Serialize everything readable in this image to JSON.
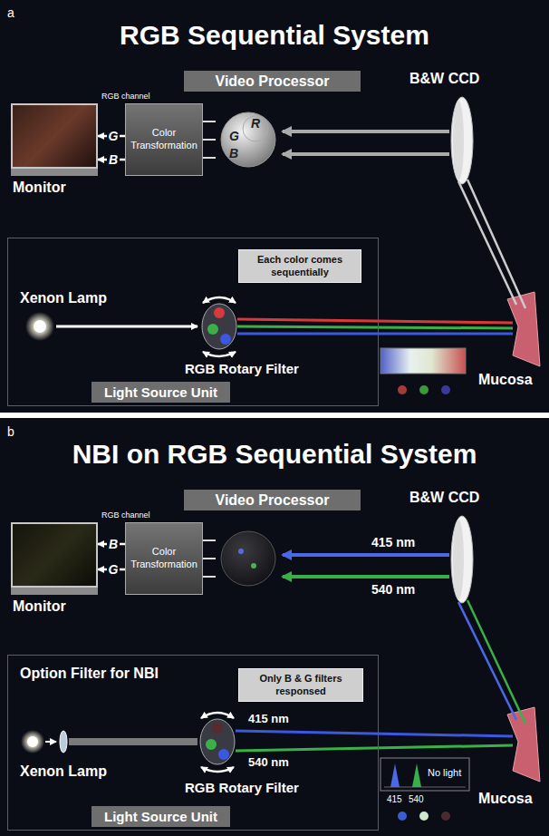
{
  "diagram": {
    "nodes": [
      {
        "text": [
          "Video Processor"
        ]
      },
      {
        "text": [
          "Monitor"
        ]
      },
      {
        "text": [
          "Color Transformation"
        ]
      },
      {
        "text": [
          "Light Source Unit"
        ]
      },
      {
        "text": [
          "Each color comes sequentially"
        ],
        "in": 3
      },
      {
        "text": [
          "Video Processor"
        ]
      },
      {
        "text": [
          "Monitor"
        ]
      },
      {
        "text": [
          "Color Transformation"
        ]
      },
      {
        "text": [
          "Light Source Unit"
        ]
      },
      {
        "text": [
          "Only B & G filters responsed"
        ],
        "in": 8
      }
    ],
    "edges": [
      {
        "from": 2,
        "to": 1,
        "arrow": "to",
        "label": "G"
      },
      {
        "from": 2,
        "to": 1,
        "arrow": "to",
        "label": "B"
      },
      {
        "from": 7,
        "to": 6,
        "arrow": "to",
        "label": "B"
      },
      {
        "from": 7,
        "to": 6,
        "arrow": "to",
        "label": "G"
      }
    ],
    "labels": [
      "a",
      "RGB Sequential System",
      "RGB channel",
      "R",
      "G",
      "B",
      "B&W CCD",
      "Xenon Lamp",
      "RGB Rotary Filter",
      "Mucosa",
      "b",
      "NBI on RGB Sequential System",
      "RGB channel",
      "415 nm",
      "540 nm",
      "B&W CCD",
      "Option Filter for NBI",
      "415 nm",
      "540 nm",
      "Xenon Lamp",
      "RGB Rotary Filter",
      "Mucosa",
      "No light",
      "415",
      "540"
    ]
  }
}
